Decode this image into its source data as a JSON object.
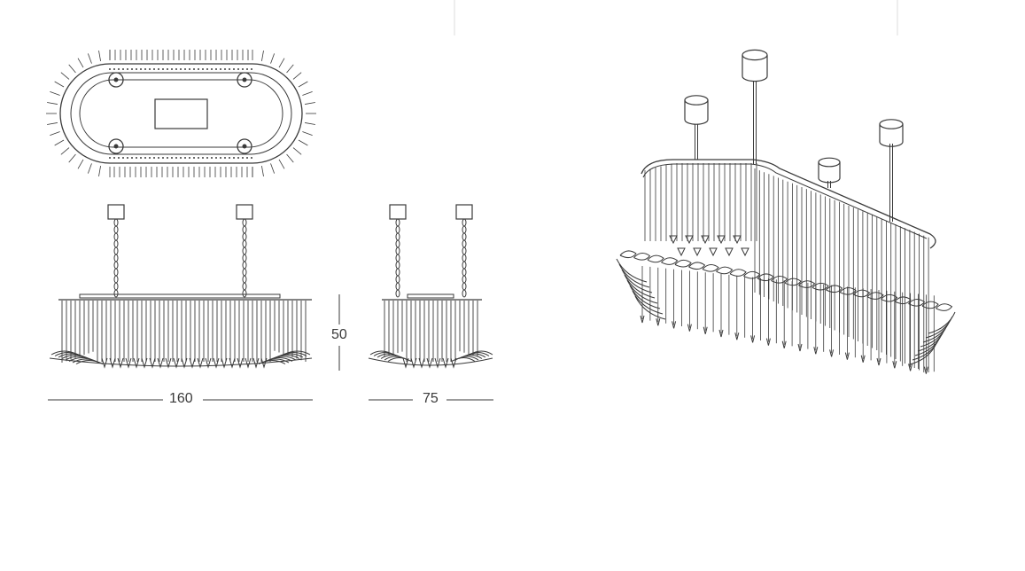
{
  "dimensions": {
    "length": "160",
    "depth": "75",
    "height": "50"
  },
  "colors": {
    "line": "#3a3a3a",
    "background": "#ffffff"
  }
}
